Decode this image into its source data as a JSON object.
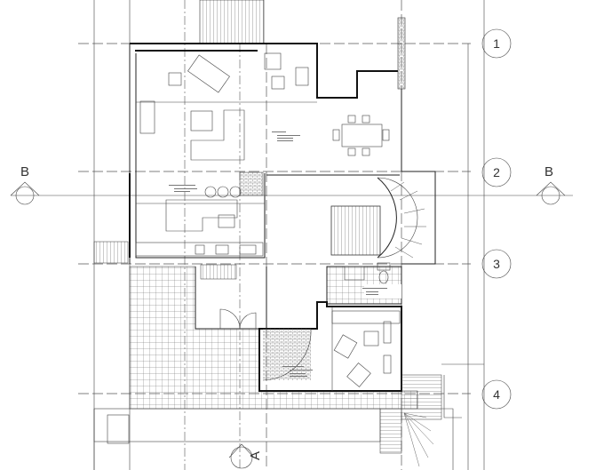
{
  "drawing": {
    "grid_labels": [
      "1",
      "2",
      "3",
      "4"
    ],
    "section_labels": {
      "left": "B",
      "right": "B",
      "bottom": "A"
    },
    "room_notes": [
      "",
      "",
      "",
      "",
      ""
    ]
  },
  "colors": {
    "line": "#222222",
    "background": "#ffffff"
  }
}
